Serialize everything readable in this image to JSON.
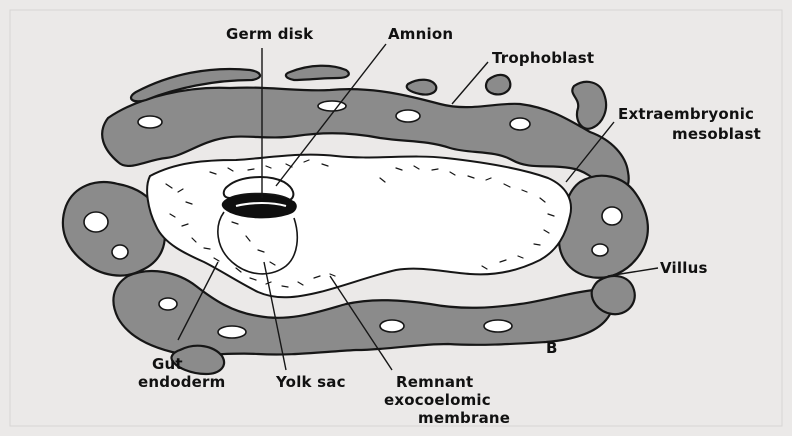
{
  "labels": {
    "germ_disk": "Germ disk",
    "amnion": "Amnion",
    "trophoblast": "Trophoblast",
    "extraembryonic_1": "Extraembryonic",
    "extraembryonic_2": "mesoblast",
    "villus": "Villus",
    "gut_1": "Gut",
    "gut_2": "endoderm",
    "yolk_sac": "Yolk sac",
    "remnant_1": "Remnant",
    "remnant_2": "exocoelomic",
    "remnant_3": "membrane",
    "panel": "B"
  },
  "colors": {
    "background": "#ebe9e8",
    "tissue_fill": "#8b8b8b",
    "outline": "#161616",
    "cavity": "#ffffff"
  }
}
